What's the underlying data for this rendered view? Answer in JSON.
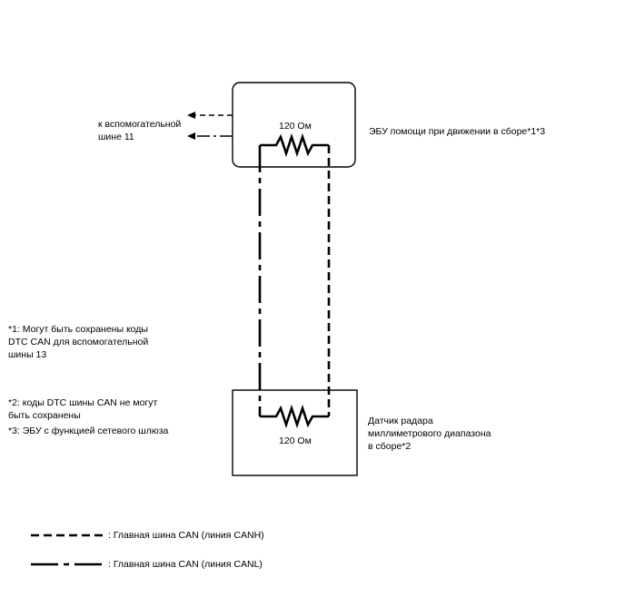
{
  "colors": {
    "line": "#000000",
    "background": "#ffffff"
  },
  "ecu_top": {
    "label": "ЭБУ помощи при движении в сборе*1*3",
    "resistor_label": "120 Ом",
    "aux_bus_line1": "к вспомогательной",
    "aux_bus_line2": "шине 11"
  },
  "ecu_bottom": {
    "label_line1": "Датчик радара",
    "label_line2": "миллиметрового диапазона",
    "label_line3": "в сборе*2",
    "resistor_label": "120 Ом"
  },
  "notes": {
    "n1_line1": "*1: Могут быть сохранены коды",
    "n1_line2": "DTC CAN для вспомогательной",
    "n1_line3": "шины 13",
    "n2_line1": "*2: коды DTC шины CAN не могут",
    "n2_line2": "быть сохранены",
    "n3_line1": "*3: ЭБУ с функцией сетевого шлюза"
  },
  "legend": {
    "canh": ": Главная шина CAN (линия CANH)",
    "canl": ": Главная шина CAN (линия CANL)"
  }
}
